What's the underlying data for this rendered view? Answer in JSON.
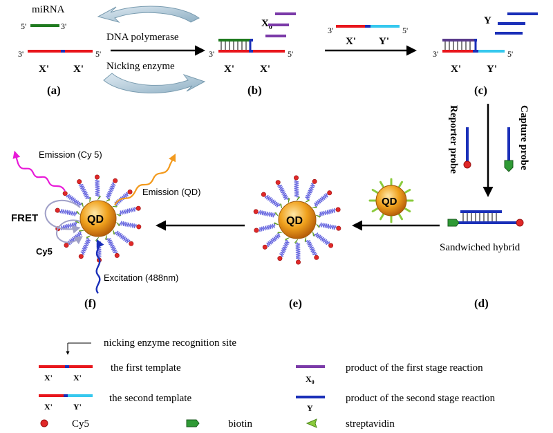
{
  "labels": {
    "mirna": "miRNA",
    "five_prime": "5'",
    "three_prime": "3'",
    "x_prime": "X'",
    "y_prime": "Y'",
    "x0_main": "X",
    "x0_sub": "0",
    "y": "Y",
    "dna_polymerase": "DNA polymerase",
    "nicking_enzyme": "Nicking enzyme",
    "reporter_probe": "Reporter probe",
    "capture_probe": "Capture probe",
    "sandwiched_hybrid": "Sandwiched hybrid",
    "qd": "QD",
    "emission_cy5": "Emission (Cy 5)",
    "emission_qd": "Emission (QD)",
    "fret": "FRET",
    "cy5": "Cy5",
    "excitation": "Excitation (488nm)"
  },
  "panels": {
    "a": "(a)",
    "b": "(b)",
    "c": "(c)",
    "d": "(d)",
    "e": "(e)",
    "f": "(f)"
  },
  "legend": {
    "nicking_site": "nicking enzyme recognition site",
    "first_template": "the first template",
    "second_template": "the second template",
    "first_product": "product of the first stage reaction",
    "second_product": "product of the second  stage reaction",
    "cy5": "Cy5",
    "biotin": "biotin",
    "streptavidin": "streptavidin"
  },
  "colors": {
    "red_strand": "#e8161c",
    "blue_strand": "#1a2fb8",
    "cyan_strand": "#36c8ee",
    "green_strand": "#1f7a1f",
    "purple_strand": "#7b3aa8",
    "qd_orange": "#f0a21e",
    "emission_magenta": "#e81ad8",
    "emission_orange": "#f39a1d",
    "spring_blue": "#6a6ae0",
    "cy5_red": "#e02828",
    "biotin_green": "#2f9a35",
    "strep_green": "#8acb3c"
  }
}
